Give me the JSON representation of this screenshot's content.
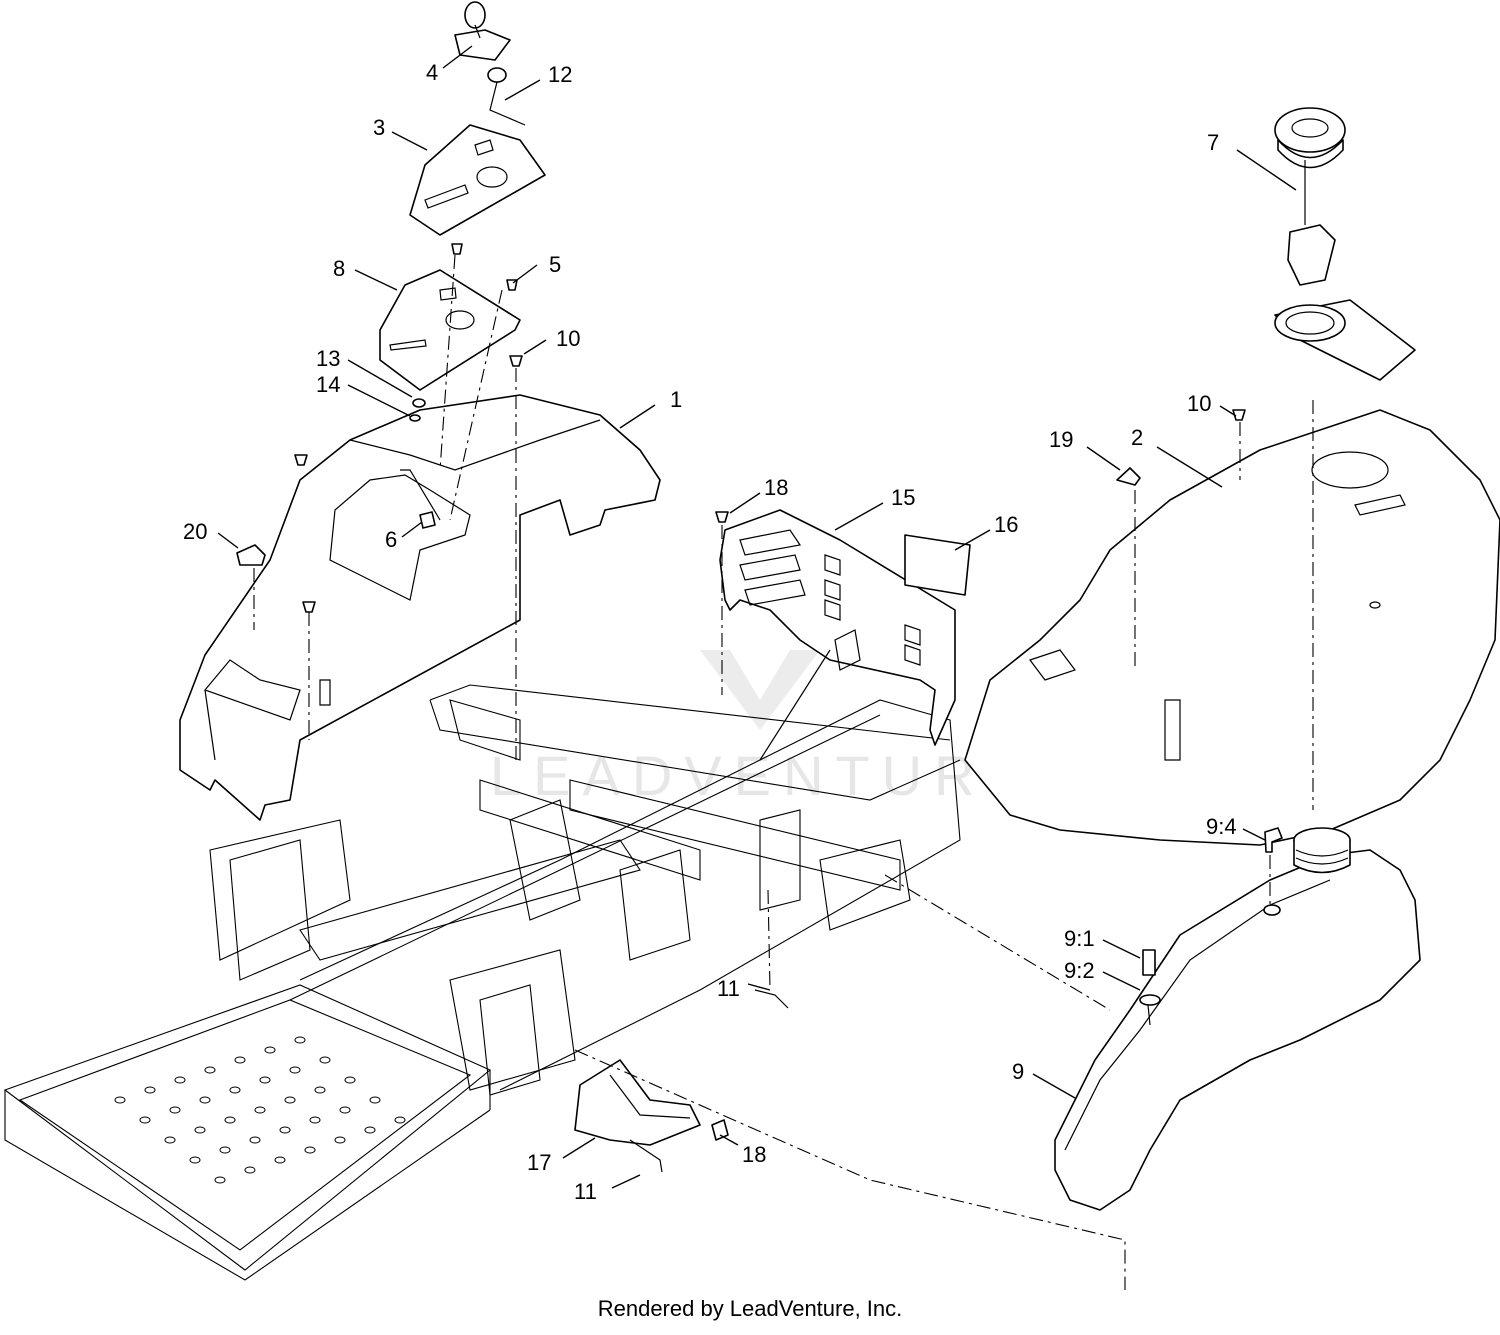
{
  "watermark": "LEADVENTURE",
  "footer": "Rendered by LeadVenture, Inc.",
  "callouts": {
    "c1": "1",
    "c2": "2",
    "c3": "3",
    "c4": "4",
    "c5": "5",
    "c6": "6",
    "c7": "7",
    "c8": "8",
    "c9": "9",
    "c9_1": "9:1",
    "c9_2": "9:2",
    "c9_4": "9:4",
    "c10a": "10",
    "c10b": "10",
    "c11a": "11",
    "c11b": "11",
    "c12": "12",
    "c13": "13",
    "c14": "14",
    "c15": "15",
    "c16": "16",
    "c17": "17",
    "c18a": "18",
    "c18b": "18",
    "c19": "19",
    "c20": "20"
  }
}
